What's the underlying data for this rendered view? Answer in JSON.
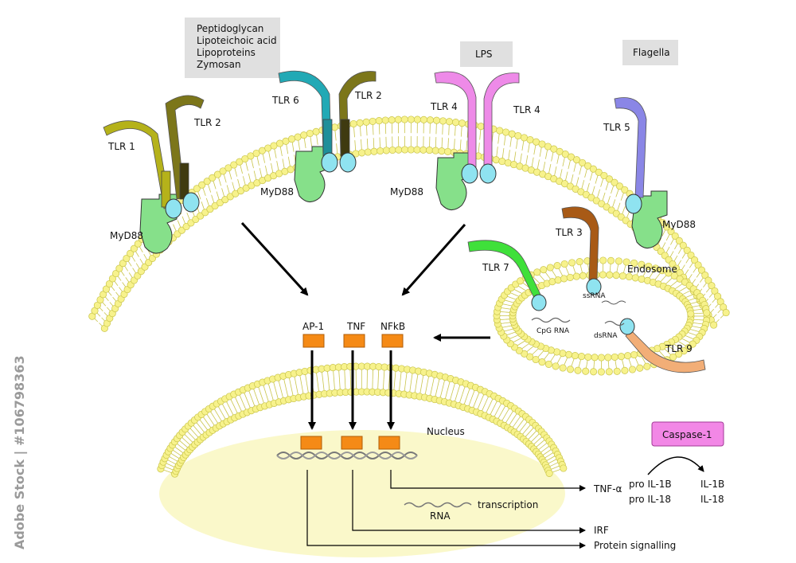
{
  "ligands": {
    "tlr2_group": [
      "Peptidoglycan",
      "Lipoteichoic acid",
      "Lipoproteins",
      "Zymosan"
    ],
    "lps": "LPS",
    "flagella": "Flagella"
  },
  "receptors": {
    "tlr1": "TLR 1",
    "tlr2_a": "TLR 2",
    "tlr6": "TLR 6",
    "tlr2_b": "TLR 2",
    "tlr4_a": "TLR 4",
    "tlr4_b": "TLR 4",
    "tlr5": "TLR 5",
    "tlr3": "TLR 3",
    "tlr7": "TLR 7",
    "tlr9": "TLR 9"
  },
  "adaptors": {
    "myd88_1": "MyD88",
    "myd88_2": "MyD88",
    "myd88_3": "MyD88",
    "myd88_4": "MyD88"
  },
  "endosome": {
    "label": "Endosome",
    "ssrna": "ssRNA",
    "cpg": "CpG RNA",
    "dsrna": "dsRNA"
  },
  "factors": {
    "ap1": "AP-1",
    "tnf": "TNF",
    "nfkb": "NFkB"
  },
  "nucleus": {
    "label": "Nucleus",
    "rna": "RNA",
    "transcription": "transcription"
  },
  "outputs": {
    "tnf_alpha": "TNF-α",
    "irf": "IRF",
    "protein_signalling": "Protein signalling"
  },
  "caspase": {
    "label": "Caspase-1",
    "pro_il1b": "pro IL-1B",
    "pro_il18": "pro IL-18",
    "il1b": "IL-1B",
    "il18": "IL-18"
  },
  "watermark": "Adobe Stock | #106798363",
  "colors": {
    "lipid_head": "#f7f28c",
    "lipid_edge": "#c9c44a",
    "myd88": "#86e08a",
    "tir": "#8fe3f0",
    "factor": "#f58a16",
    "caspase": "#f287e6",
    "ligand_box": "#e0e0e0",
    "tlr1": "#b5b21a",
    "tlr2": "#7c761a",
    "tlr6": "#22a9b5",
    "tlr4": "#ee8ae8",
    "tlr5": "#8a86e6",
    "tlr3": "#a85a16",
    "tlr7": "#3fe03a",
    "tlr9": "#f2ae77"
  }
}
